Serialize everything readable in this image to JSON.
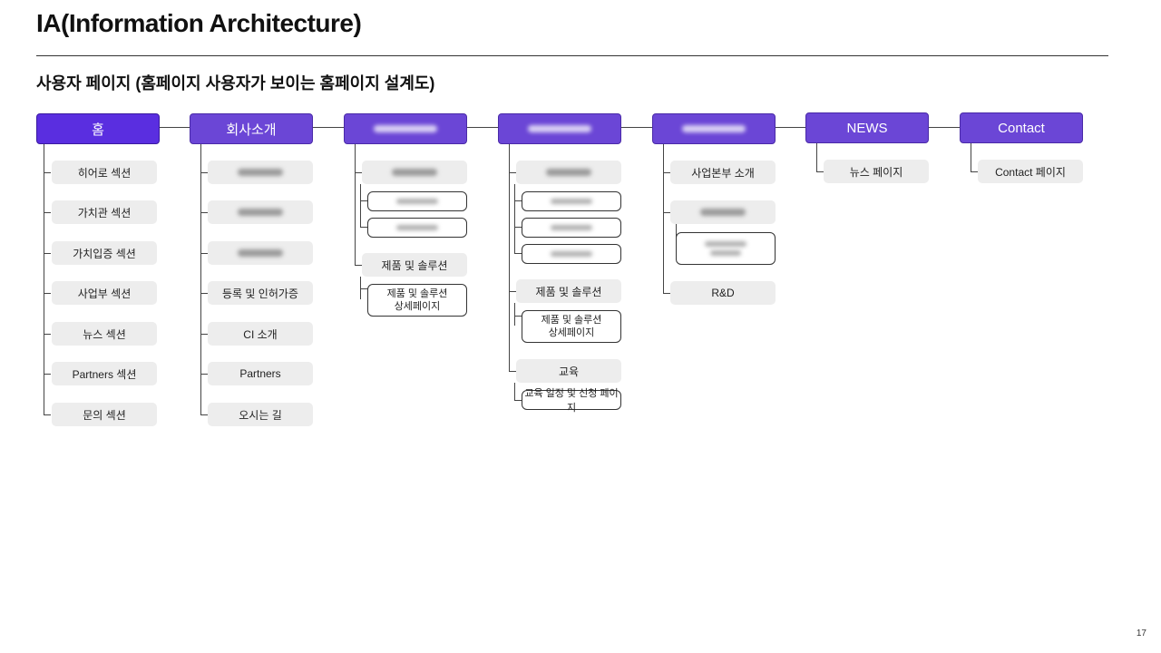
{
  "header": {
    "title": "IA(Information Architecture)",
    "subtitle": "사용자 페이지 (홈페이지 사용자가 보이는 홈페이지 설계도)",
    "page_number": "17"
  },
  "colors": {
    "node_primary": "#6b46d6",
    "node_home": "#5a2ee0",
    "node_secondary": "#ededed",
    "line": "#444444"
  },
  "columns": [
    {
      "label": "홈",
      "children": [
        "히어로 섹션",
        "가치관 섹션",
        "가치입증 섹션",
        "사업부 섹션",
        "뉴스 섹션",
        "Partners 섹션",
        "문의 섹션"
      ]
    },
    {
      "label": "회사소개",
      "children": [
        "",
        "",
        "",
        "등록 및 인허가증",
        "CI 소개",
        "Partners",
        "오시는 길"
      ]
    },
    {
      "label": "",
      "children": [
        {
          "label": "",
          "subs": [
            "",
            ""
          ]
        },
        {
          "label": "제품 및 솔루션",
          "subs": [
            [
              "제품 및 솔루션",
              "상세페이지"
            ]
          ]
        }
      ]
    },
    {
      "label": "",
      "children": [
        {
          "label": "",
          "subs": [
            "",
            "",
            ""
          ]
        },
        {
          "label": "제품 및 솔루션",
          "subs": [
            [
              "제품 및 솔루션",
              "상세페이지"
            ]
          ]
        },
        {
          "label": "교육",
          "subs": [
            "교육 일정 및 신청 페이지"
          ]
        }
      ]
    },
    {
      "label": "",
      "children": [
        {
          "label": "사업본부 소개"
        },
        {
          "label": "",
          "subs": [
            ""
          ]
        },
        {
          "label": "R&D"
        }
      ]
    },
    {
      "label": "NEWS",
      "children": [
        "뉴스 페이지"
      ]
    },
    {
      "label": "Contact",
      "children": [
        "Contact 페이지"
      ]
    }
  ]
}
